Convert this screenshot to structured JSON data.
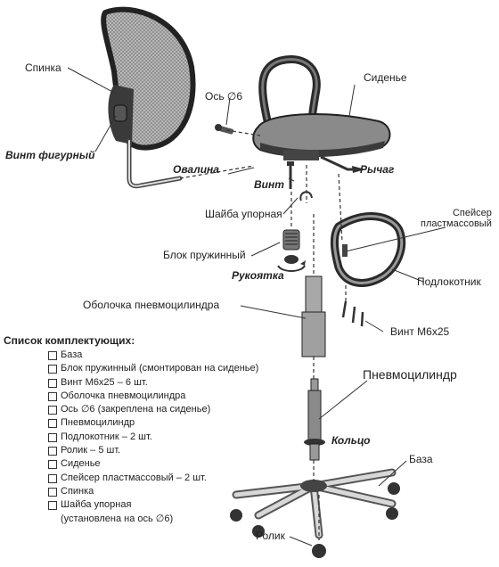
{
  "labels": {
    "spinka": "Спинка",
    "vint_figurny": "Винт фигурный",
    "os6": "Ось ∅6",
    "sidene": "Сиденье",
    "ovalina": "Овалина",
    "vint": "Винт",
    "rychag": "Рычаг",
    "shaiba": "Шайба упорная",
    "speiser": "Спейсер\nпластмассовый",
    "blok": "Блок пружинный",
    "rukoyatka": "Рукоятка",
    "podlokotnik": "Подлокотник",
    "obolochka": "Оболочка пневмоцилиндра",
    "vint_m6": "Винт М6х25",
    "pnevmo": "Пневмоцилиндр",
    "kolco": "Кольцо",
    "baza": "База",
    "rolik": "Ролик"
  },
  "checklist": {
    "title": "Список комплектующих:",
    "items": [
      "База",
      "Блок пружинный (смонтирован на сиденье)",
      "Винт М6х25 – 6 шт.",
      "Оболочка пневмоцилиндра",
      "Ось ∅6 (закреплена на сиденье)",
      "Пневмоцилиндр",
      "Подлокотник – 2 шт.",
      "Ролик – 5 шт.",
      "Сиденье",
      "Спейсер пластмассовый – 2 шт.",
      "Спинка",
      "Шайба упорная"
    ],
    "last_note": "(установлена на ось ∅6)"
  },
  "colors": {
    "line": "#333333",
    "fill_dark": "#3a3a3a",
    "fill_mid": "#8a8a8a",
    "fill_light": "#c8c8c8"
  }
}
